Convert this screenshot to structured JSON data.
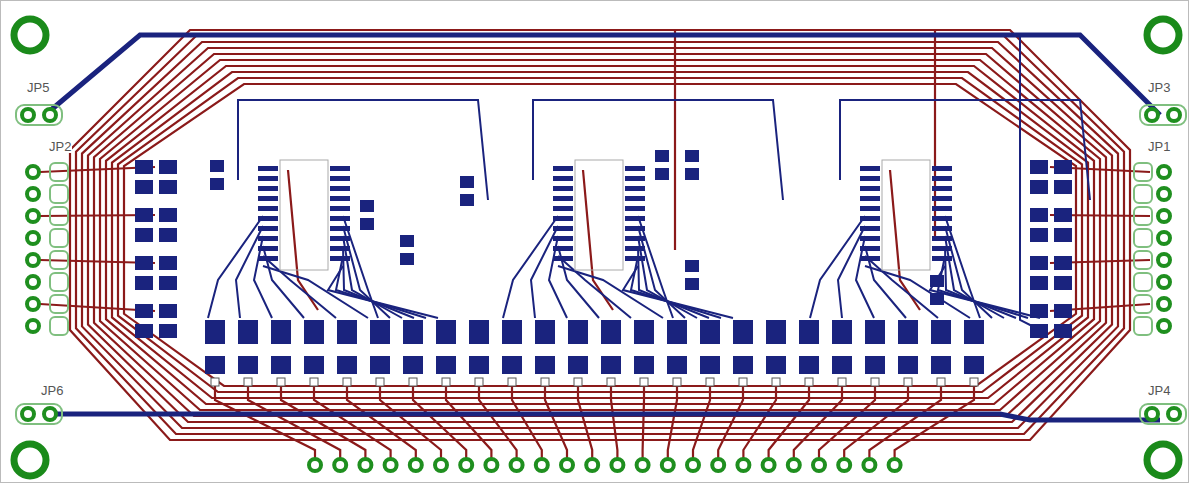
{
  "diagram": {
    "labels": [
      "JP5",
      "JP3",
      "JP2",
      "JP1",
      "JP6",
      "JP4"
    ]
  }
}
